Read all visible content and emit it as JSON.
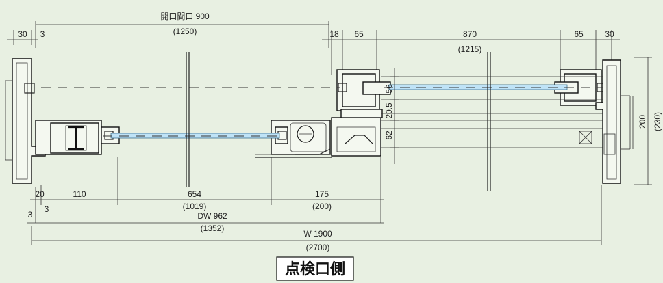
{
  "top_dims": {
    "opening": "開口間口 900",
    "opening_alt": "(1250)",
    "left_30": "30",
    "left_3": "3",
    "mid_18": "18",
    "mid_65": "65",
    "right_870": "870",
    "right_870_alt": "(1215)",
    "right_65": "65",
    "right_30": "30"
  },
  "right_dims": {
    "d56": "56",
    "d20_5": "20.5",
    "d62": "62",
    "d200": "200",
    "d230": "(230)"
  },
  "bottom_dims": {
    "d20": "20",
    "d3a": "3",
    "d110": "110",
    "d654": "654",
    "d654_alt": "(1019)",
    "d175": "175",
    "d175_alt": "(200)",
    "d3b": "3",
    "dw": "DW 962",
    "dw_alt": "(1352)",
    "w": "W 1900",
    "w_alt": "(2700)"
  },
  "caption": "点検口側"
}
